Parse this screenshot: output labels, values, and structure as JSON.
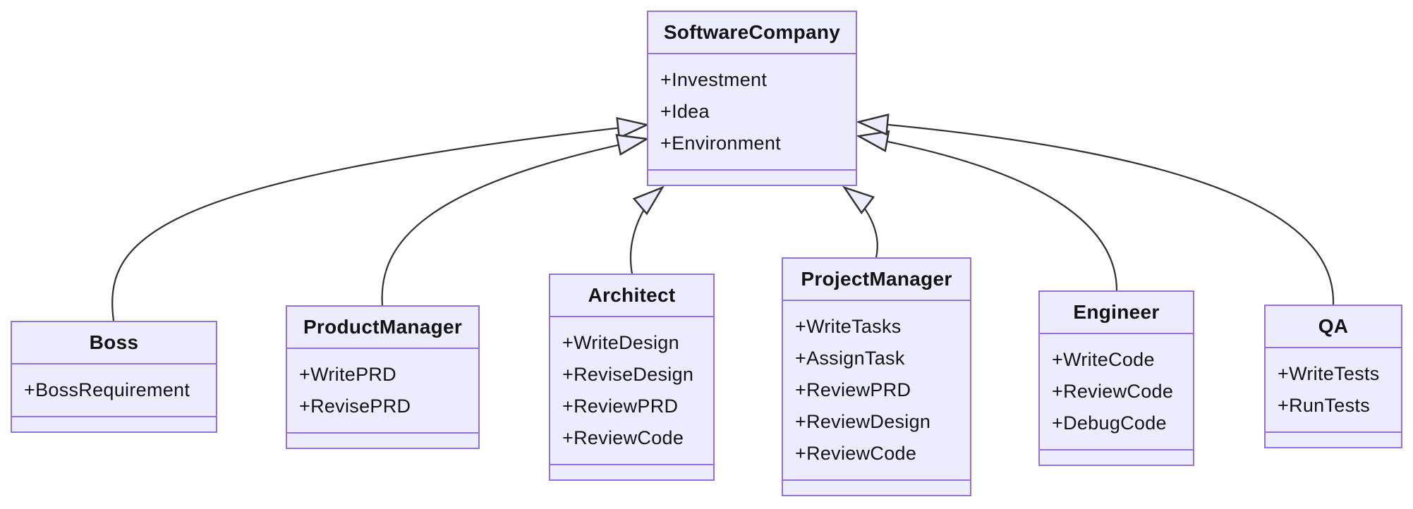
{
  "diagram": {
    "type": "uml-class-diagram",
    "colors": {
      "background": "#FFFFFF",
      "node_fill": "#ECECFF",
      "node_border": "#9370DB",
      "edge_stroke": "#333333",
      "text": "#131313"
    },
    "classes": [
      {
        "name": "SoftwareCompany",
        "attributes": [
          "+Investment",
          "+Idea",
          "+Environment"
        ],
        "methods": []
      },
      {
        "name": "Boss",
        "attributes": [
          "+BossRequirement"
        ],
        "methods": []
      },
      {
        "name": "ProductManager",
        "attributes": [
          "+WritePRD",
          "+RevisePRD"
        ],
        "methods": []
      },
      {
        "name": "Architect",
        "attributes": [
          "+WriteDesign",
          "+ReviseDesign",
          "+ReviewPRD",
          "+ReviewCode"
        ],
        "methods": []
      },
      {
        "name": "ProjectManager",
        "attributes": [
          "+WriteTasks",
          "+AssignTask",
          "+ReviewPRD",
          "+ReviewDesign",
          "+ReviewCode"
        ],
        "methods": []
      },
      {
        "name": "Engineer",
        "attributes": [
          "+WriteCode",
          "+ReviewCode",
          "+DebugCode"
        ],
        "methods": []
      },
      {
        "name": "QA",
        "attributes": [
          "+WriteTests",
          "+RunTests"
        ],
        "methods": []
      }
    ],
    "edges": [
      {
        "from": "Boss",
        "to": "SoftwareCompany",
        "type": "inheritance"
      },
      {
        "from": "ProductManager",
        "to": "SoftwareCompany",
        "type": "inheritance"
      },
      {
        "from": "Architect",
        "to": "SoftwareCompany",
        "type": "inheritance"
      },
      {
        "from": "ProjectManager",
        "to": "SoftwareCompany",
        "type": "inheritance"
      },
      {
        "from": "Engineer",
        "to": "SoftwareCompany",
        "type": "inheritance"
      },
      {
        "from": "QA",
        "to": "SoftwareCompany",
        "type": "inheritance"
      }
    ]
  }
}
